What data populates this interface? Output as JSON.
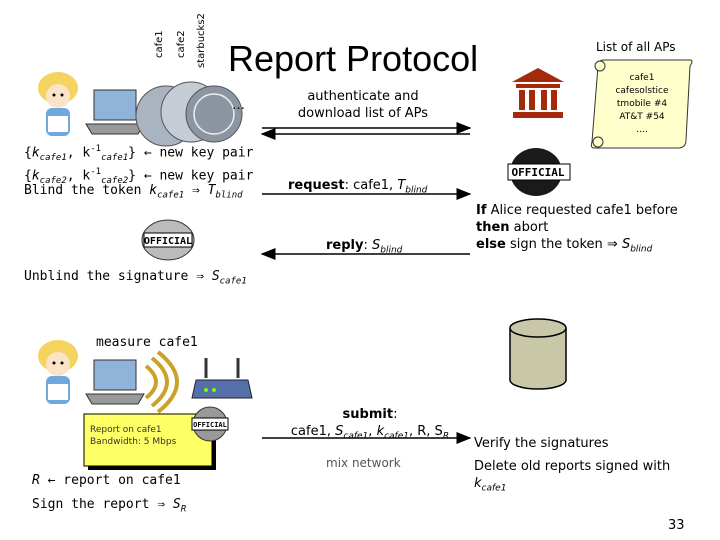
{
  "title": "Report Protocol",
  "slide_number": "33",
  "coins": [
    "cafe1",
    "cafe2",
    "starbucks2"
  ],
  "ellipsis": "…",
  "list_scroll": {
    "heading": "List of all APs",
    "entries": [
      "cafe1",
      "cafesolstice",
      "tmobile #4",
      "AT&T #54",
      "…."
    ]
  },
  "msg_authenticate": "authenticate and download list of APs",
  "msg_request_label": "request",
  "msg_request_text": ": cafe1, ",
  "msg_request_var": "T",
  "msg_request_sub": "blind",
  "msg_reply_label": "reply",
  "msg_reply_text": ": ",
  "msg_reply_var": "S",
  "msg_reply_sub": "blind",
  "keypair1": {
    "k1": "k",
    "s1": "cafe1",
    "k2": ", k",
    "sup": "-1",
    "s2": "cafe1",
    "tail": "} ← new key pair"
  },
  "keypair2": {
    "k1": "k",
    "s1": "cafe2",
    "k2": ", k",
    "sup": "-1",
    "s2": "cafe2",
    "tail": "} ← new key pair"
  },
  "blind_line": {
    "pre": "Blind the token ",
    "k": "k",
    "ks": "cafe1",
    "arrow": " ⇒ ",
    "t": "T",
    "ts": "blind"
  },
  "unblind_line": {
    "pre": "Unblind the signature ",
    "arrow": "⇒ ",
    "s": "S",
    "ss": "cafe1"
  },
  "server_logic": {
    "if_kw": "If",
    "if_text": " Alice requested cafe1 before",
    "then_kw": "then",
    "then_text": " abort",
    "else_kw": "else",
    "else_text": " sign the token ⇒ ",
    "s": "S",
    "ss": "blind"
  },
  "measure_label": "measure cafe1",
  "report_note": {
    "line1": "Report on cafe1",
    "line2": "Bandwidth: 5 Mbps"
  },
  "report_line": {
    "r": "R",
    "text": " ← report on cafe1"
  },
  "sign_line": {
    "pre": "Sign the report ⇒ ",
    "s": "S",
    "ss": "R"
  },
  "submit": {
    "label": "submit",
    "colon": ":",
    "line2_pre": "cafe1, ",
    "s": "S",
    "ss": "cafe1",
    "comma1": ", ",
    "k": "k",
    "ks": "cafe1",
    "rest": ", R, S",
    "rs": "R"
  },
  "mix_network": "mix network",
  "verify_line": "Verify the signatures",
  "delete_line": {
    "pre": "Delete old reports signed with",
    "k": "k",
    "ks": "cafe1"
  },
  "colors": {
    "arrow": "#000000",
    "scroll_fill": "#FFFFCC",
    "note_fill": "#FFFF66",
    "db_fill": "#C8C8A8"
  }
}
